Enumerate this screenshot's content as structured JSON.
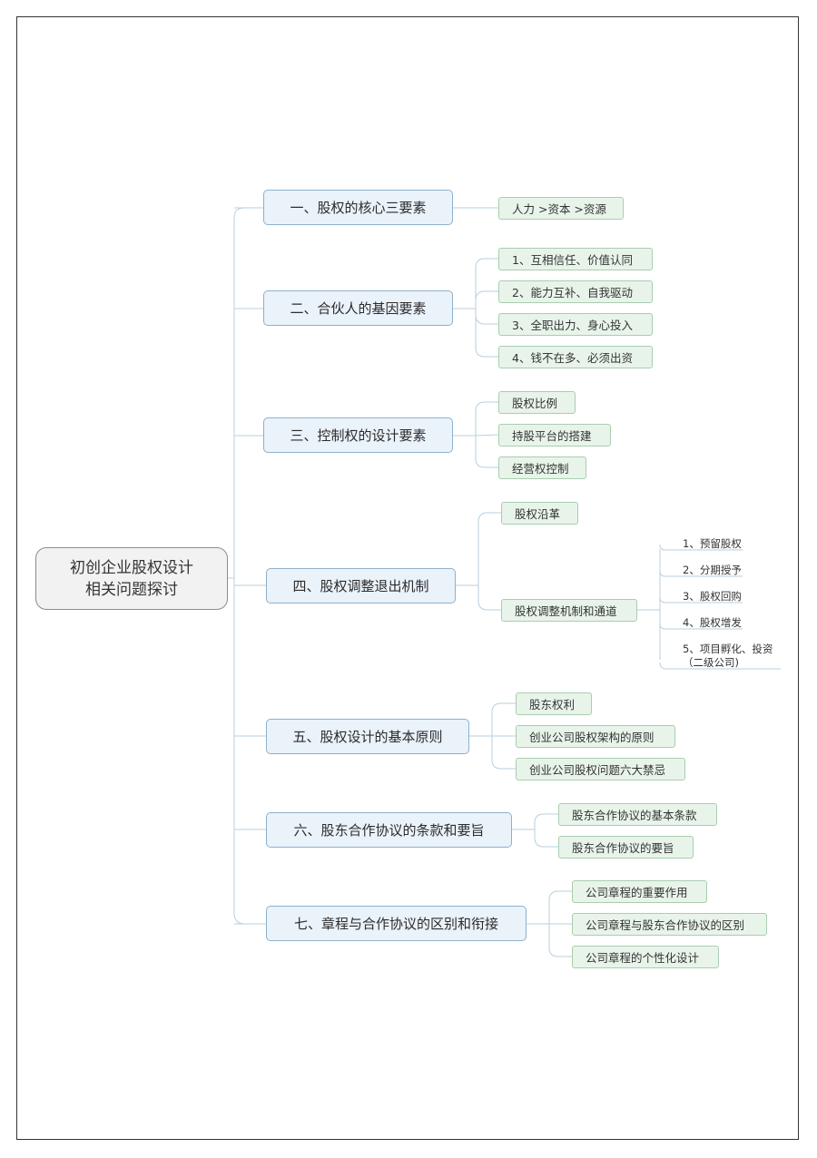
{
  "root": {
    "line1": "初创企业股权设计",
    "line2": "相关问题探讨"
  },
  "branches": [
    {
      "label": "一、股权的核心三要素",
      "children": [
        "人力 >资本 >资源"
      ]
    },
    {
      "label": "二、合伙人的基因要素",
      "children": [
        "1、互相信任、价值认同",
        "2、能力互补、自我驱动",
        "3、全职出力、身心投入",
        "4、钱不在多、必须出资"
      ]
    },
    {
      "label": "三、控制权的设计要素",
      "children": [
        "股权比例",
        "持股平台的搭建",
        "经营权控制"
      ]
    },
    {
      "label": "四、股权调整退出机制",
      "children": [
        "股权沿革",
        "股权调整机制和通道"
      ]
    },
    {
      "label": "五、股权设计的基本原则",
      "children": [
        "股东权利",
        "创业公司股权架构的原则",
        "创业公司股权问题六大禁忌"
      ]
    },
    {
      "label": "六、股东合作协议的条款和要旨",
      "children": [
        "股东合作协议的基本条款",
        "股东合作协议的要旨"
      ]
    },
    {
      "label": "七、章程与合作协议的区别和衔接",
      "children": [
        "公司章程的重要作用",
        "公司章程与股东合作协议的区别",
        "公司章程的个性化设计"
      ]
    }
  ],
  "channel_items": [
    "1、预留股权",
    "2、分期授予",
    "3、股权回购",
    "4、股权增发",
    "5、项目孵化、投资",
    "（二级公司)"
  ],
  "colors": {
    "main_fill": "#eaf2fa",
    "main_border": "#8fb0cc",
    "sub_fill": "#e8f4ea",
    "sub_border": "#a9cdb0",
    "connector": "#b9cfdd"
  }
}
